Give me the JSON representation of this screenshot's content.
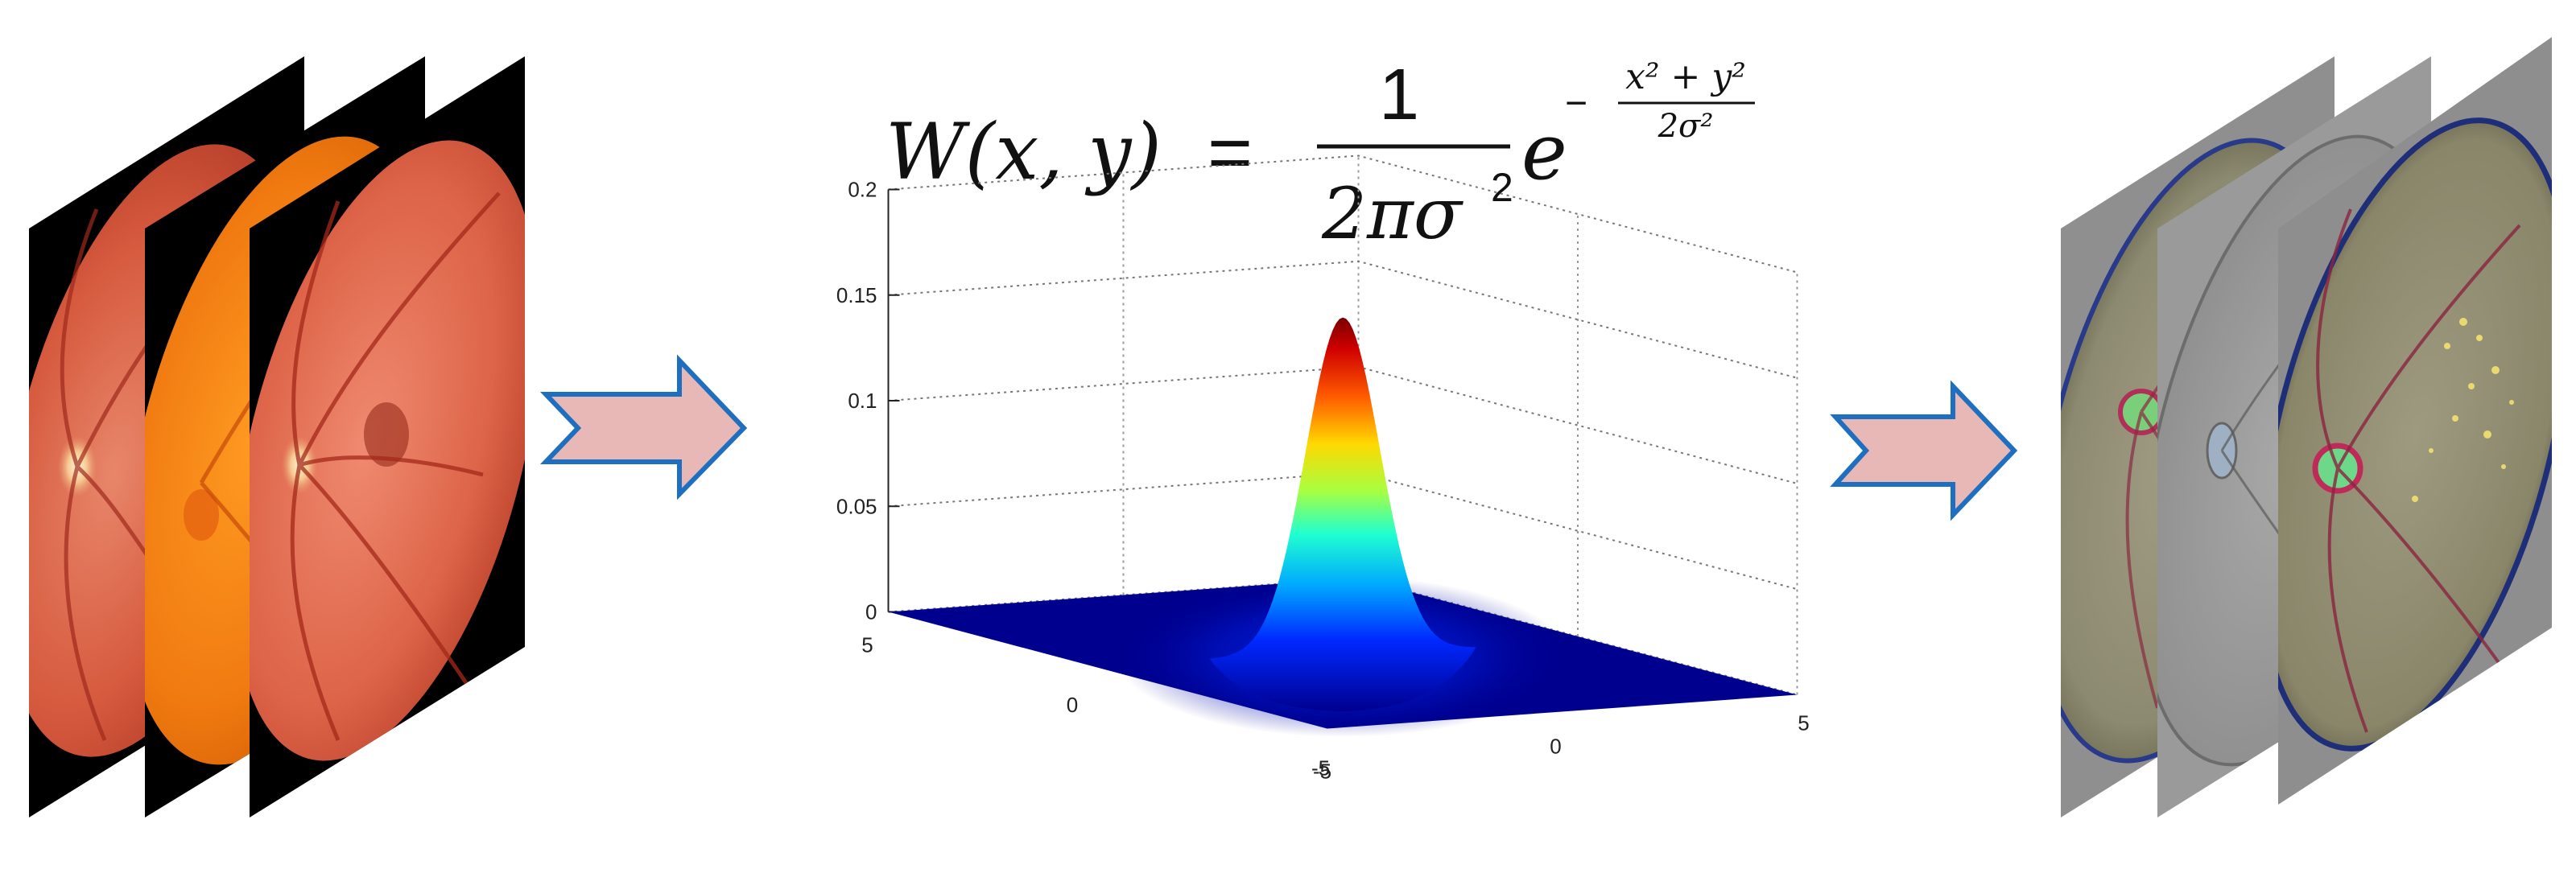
{
  "formula": {
    "lhs": "W(x, y)",
    "equals": "=",
    "numerator": "1",
    "denominator": "2πσ",
    "denominator_exp": "2",
    "base": "e",
    "exp_sign": "−",
    "exp_numerator": "x² + y²",
    "exp_denominator": "2σ²"
  },
  "chart_data": {
    "type": "surface",
    "function": "gaussian",
    "peak": 0.159,
    "sigma": 1,
    "x_range": [
      -5,
      5
    ],
    "y_range": [
      -5,
      5
    ],
    "zlim": [
      0,
      0.2
    ],
    "z_ticks": [
      "0",
      "0.05",
      "0.1",
      "0.15",
      "0.2"
    ],
    "x_ticks": [
      "-5",
      "0",
      "5"
    ],
    "y_ticks": [
      "5",
      "0",
      "-5"
    ],
    "grid": true,
    "colormap": "jet"
  },
  "colors": {
    "arrow_fill": "#e8b8b6",
    "arrow_stroke": "#1f6fc1",
    "background": "#ffffff",
    "plane_blue": "#00008f"
  },
  "icons": {
    "input_stack": "retina-fundus-images",
    "output_stack": "filtered-retina-images",
    "arrow": "right-block-arrow"
  }
}
